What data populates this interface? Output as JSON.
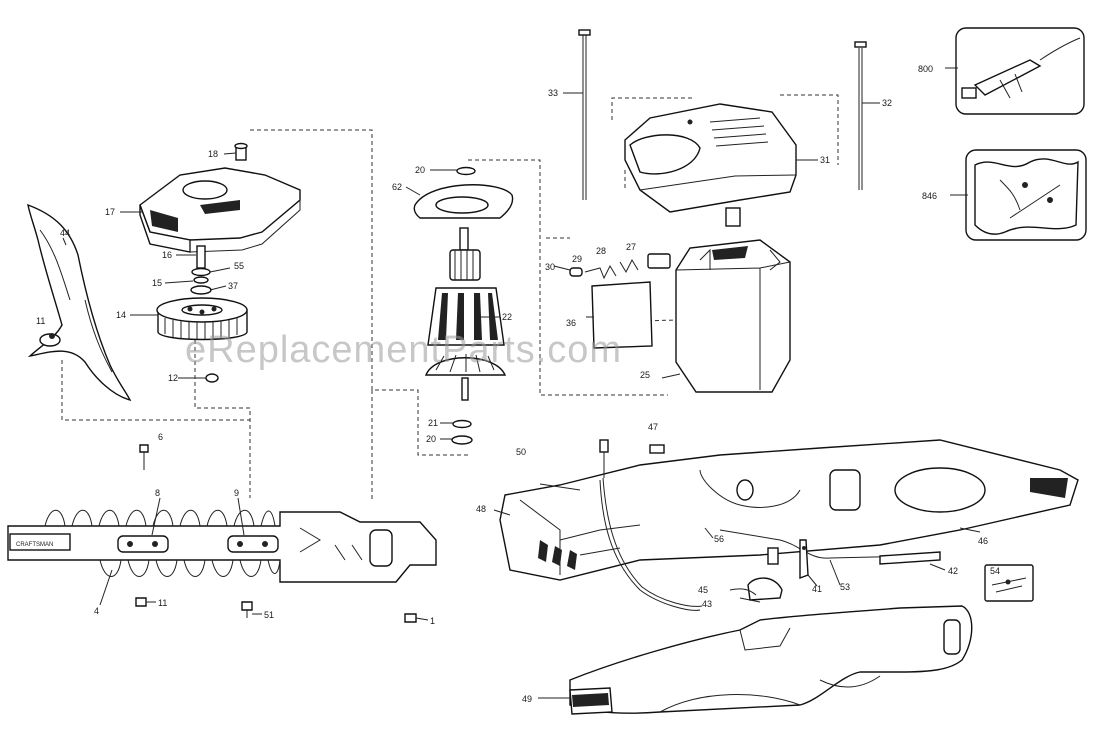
{
  "watermark": "eReplacementParts.com",
  "callouts": {
    "p18": "18",
    "p17": "17",
    "p44": "44",
    "p16": "16",
    "p55": "55",
    "p15": "15",
    "p37": "37",
    "p14": "14",
    "p11a": "11",
    "p12": "12",
    "p6": "6",
    "p8": "8",
    "p9": "9",
    "p4": "4",
    "p11b": "11",
    "p51": "51",
    "p1": "1",
    "p20a": "20",
    "p62": "62",
    "p22": "22",
    "p21": "21",
    "p20b": "20",
    "p33": "33",
    "p32": "32",
    "p31": "31",
    "p800": "800",
    "p846": "846",
    "p30": "30",
    "p29": "29",
    "p28": "28",
    "p27": "27",
    "p36": "36",
    "p25": "25",
    "p47": "47",
    "p50": "50",
    "p48": "48",
    "p56": "56",
    "p46": "46",
    "p42": "42",
    "p41": "41",
    "p53": "53",
    "p45": "45",
    "p43": "43",
    "p54": "54",
    "p49": "49"
  }
}
